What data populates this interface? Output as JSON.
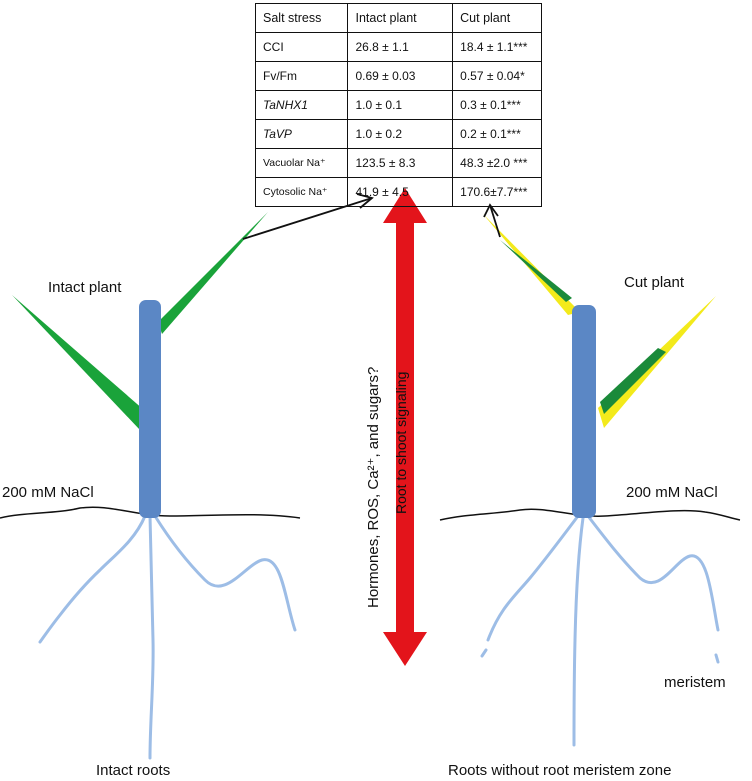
{
  "table": {
    "headers": [
      "Salt stress",
      "Intact plant",
      "Cut plant"
    ],
    "rows": [
      {
        "param": "CCI",
        "intact": "26.8 ± 1.1",
        "cut": "18.4 ± 1.1***",
        "italic": false
      },
      {
        "param": "Fv/Fm",
        "intact": "0.69 ± 0.03",
        "cut": "0.57 ± 0.04*",
        "italic": false
      },
      {
        "param": "TaNHX1",
        "intact": "1.0 ± 0.1",
        "cut": "0.3 ± 0.1***",
        "italic": true
      },
      {
        "param": "TaVP",
        "intact": "1.0 ± 0.2",
        "cut": "0.2 ± 0.1***",
        "italic": true
      },
      {
        "param": "Vacuolar Na⁺",
        "intact": "123.5 ± 8.3",
        "cut": "48.3 ±2.0 ***",
        "italic": false
      },
      {
        "param": "Cytosolic Na⁺",
        "intact": "41.9 ± 4.5",
        "cut": "170.6±7.7***",
        "italic": false
      }
    ]
  },
  "labels": {
    "intact_plant": "Intact plant",
    "cut_plant": "Cut plant",
    "nacl_left": "200 mM NaCl",
    "nacl_right": "200 mM NaCl",
    "intact_roots": "Intact roots",
    "roots_cut": "Roots without root meristem zone",
    "meristem": "meristem"
  },
  "signaling": {
    "hypothesis": "Hormones, ROS, Ca²⁺, and sugars?",
    "arrow_label": "Root to shoot signaling"
  },
  "colors": {
    "stem": "#5b87c5",
    "root": "#9dbde6",
    "leaf_green": "#1aa33a",
    "leaf_yellow": "#f3ea1b",
    "leaf_yellow_inner": "#1b8a3a",
    "arrow": "#e3141b"
  }
}
